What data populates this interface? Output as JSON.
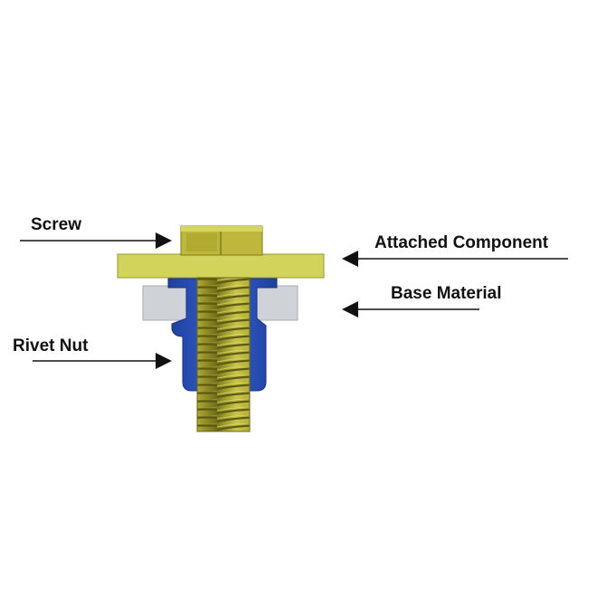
{
  "labels": {
    "screw": "Screw",
    "attached_component": "Attached Component",
    "base_material": "Base Material",
    "rivet_nut": "Rivet Nut"
  },
  "colors": {
    "screw": "#b9b638",
    "screw_dark": "#8a8722",
    "attached_component": "#d2d35a",
    "base_material": "#cfd2d6",
    "rivet_nut": "#2d56c4",
    "label_text": "#111111"
  }
}
